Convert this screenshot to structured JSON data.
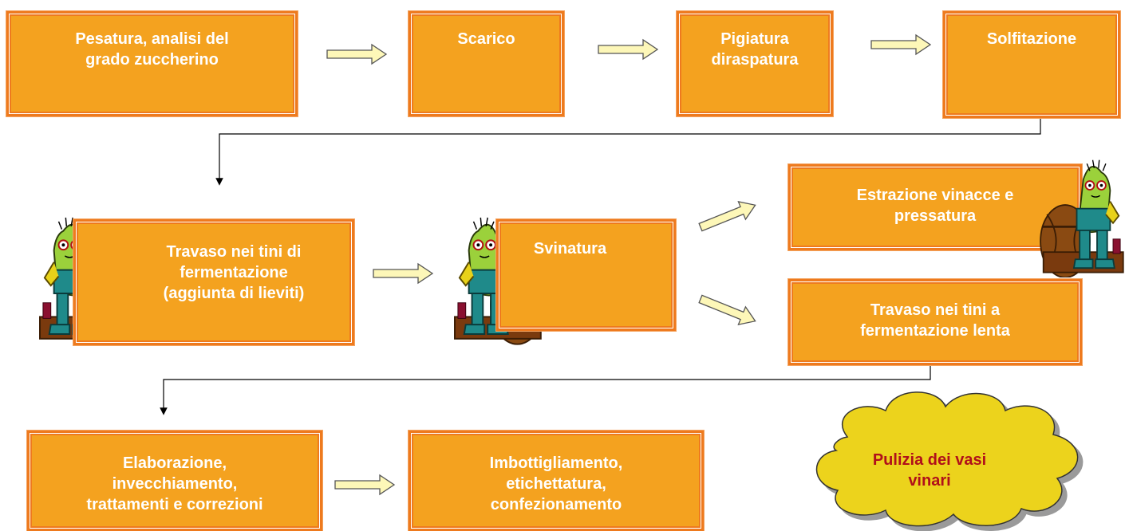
{
  "steps": {
    "pesatura": "Pesatura, analisi del\ngrado zuccherino",
    "scarico": "Scarico",
    "pigiatura": "Pigiatura\ndiraspatura",
    "solfitazione": "Solfitazione",
    "travaso_tini": "Travaso nei tini di\nfermentazione\n(aggiunta di lieviti)",
    "svinatura": "Svinatura",
    "estrazione": "Estrazione vinacce e\npressatura",
    "travaso_lenta": "Travaso nei tini a\nfermentazione lenta",
    "elaborazione": "Elaborazione,\ninvecchiamento,\ntrattamenti e correzioni",
    "imbottigliamento": "Imbottigliamento,\netichettatura,\nconfezionamento"
  },
  "cloud": {
    "label": "Pulizia dei vasi\nvinari"
  },
  "colors": {
    "box_border": "#ee7a1e",
    "box_fill": "#f4a21f",
    "box_text": "#ffffff",
    "arrow_fill": "#fdf7b8",
    "arrow_stroke": "#555555",
    "cloud_fill": "#ecd31a",
    "cloud_text": "#b0101a",
    "connector": "#000000"
  },
  "icons": [
    "mascot-wine-barrel-icon"
  ]
}
